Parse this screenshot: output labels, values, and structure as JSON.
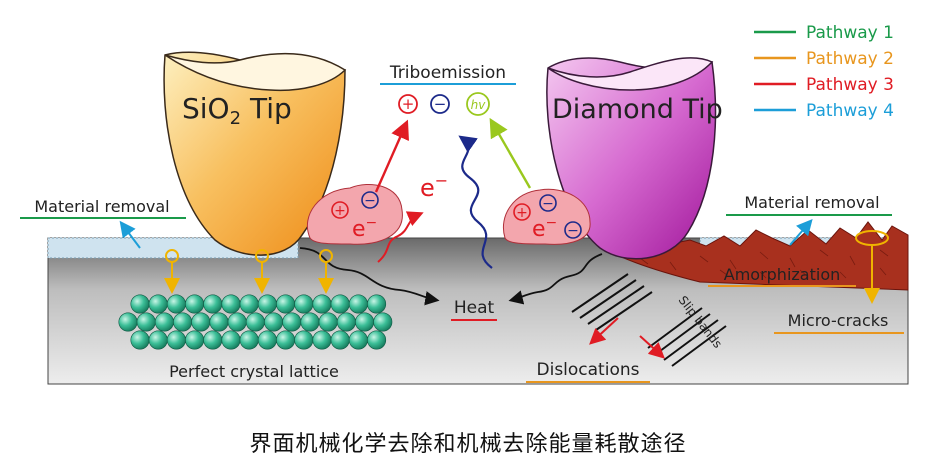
{
  "tips": {
    "sio2_base": "SiO",
    "sio2_sub": "2",
    "sio2_suffix": " Tip",
    "diamond": "Diamond Tip"
  },
  "labels": {
    "triboemission": "Triboemission",
    "material_removal_left": "Material removal",
    "material_removal_right": "Material removal",
    "amorphization": "Amorphization",
    "micro_cracks": "Micro-cracks",
    "heat": "Heat",
    "dislocations": "Dislocations",
    "slip_bands": "Slip bands",
    "perfect_crystal_lattice": "Perfect crystal lattice",
    "electron": "e",
    "minus": "−",
    "plus": "+",
    "hv": "hv"
  },
  "legend": [
    {
      "label": "Pathway 1",
      "color": "#1a9a4a"
    },
    {
      "label": "Pathway 2",
      "color": "#e8961e"
    },
    {
      "label": "Pathway 3",
      "color": "#e01c24"
    },
    {
      "label": "Pathway 4",
      "color": "#1c9ed8"
    }
  ],
  "caption": "界面机械化学去除和机械去除能量耗散途径",
  "colors": {
    "pathway1": "#1a9a4a",
    "pathway2": "#e8961e",
    "pathway3": "#e01c24",
    "pathway4": "#1c9ed8",
    "navy": "#1c2a8a",
    "hv": "#9ac81e",
    "lattice": "#2fb08c",
    "amorph": "#a52a1c",
    "charge_cloud": "#f3a6ad"
  }
}
